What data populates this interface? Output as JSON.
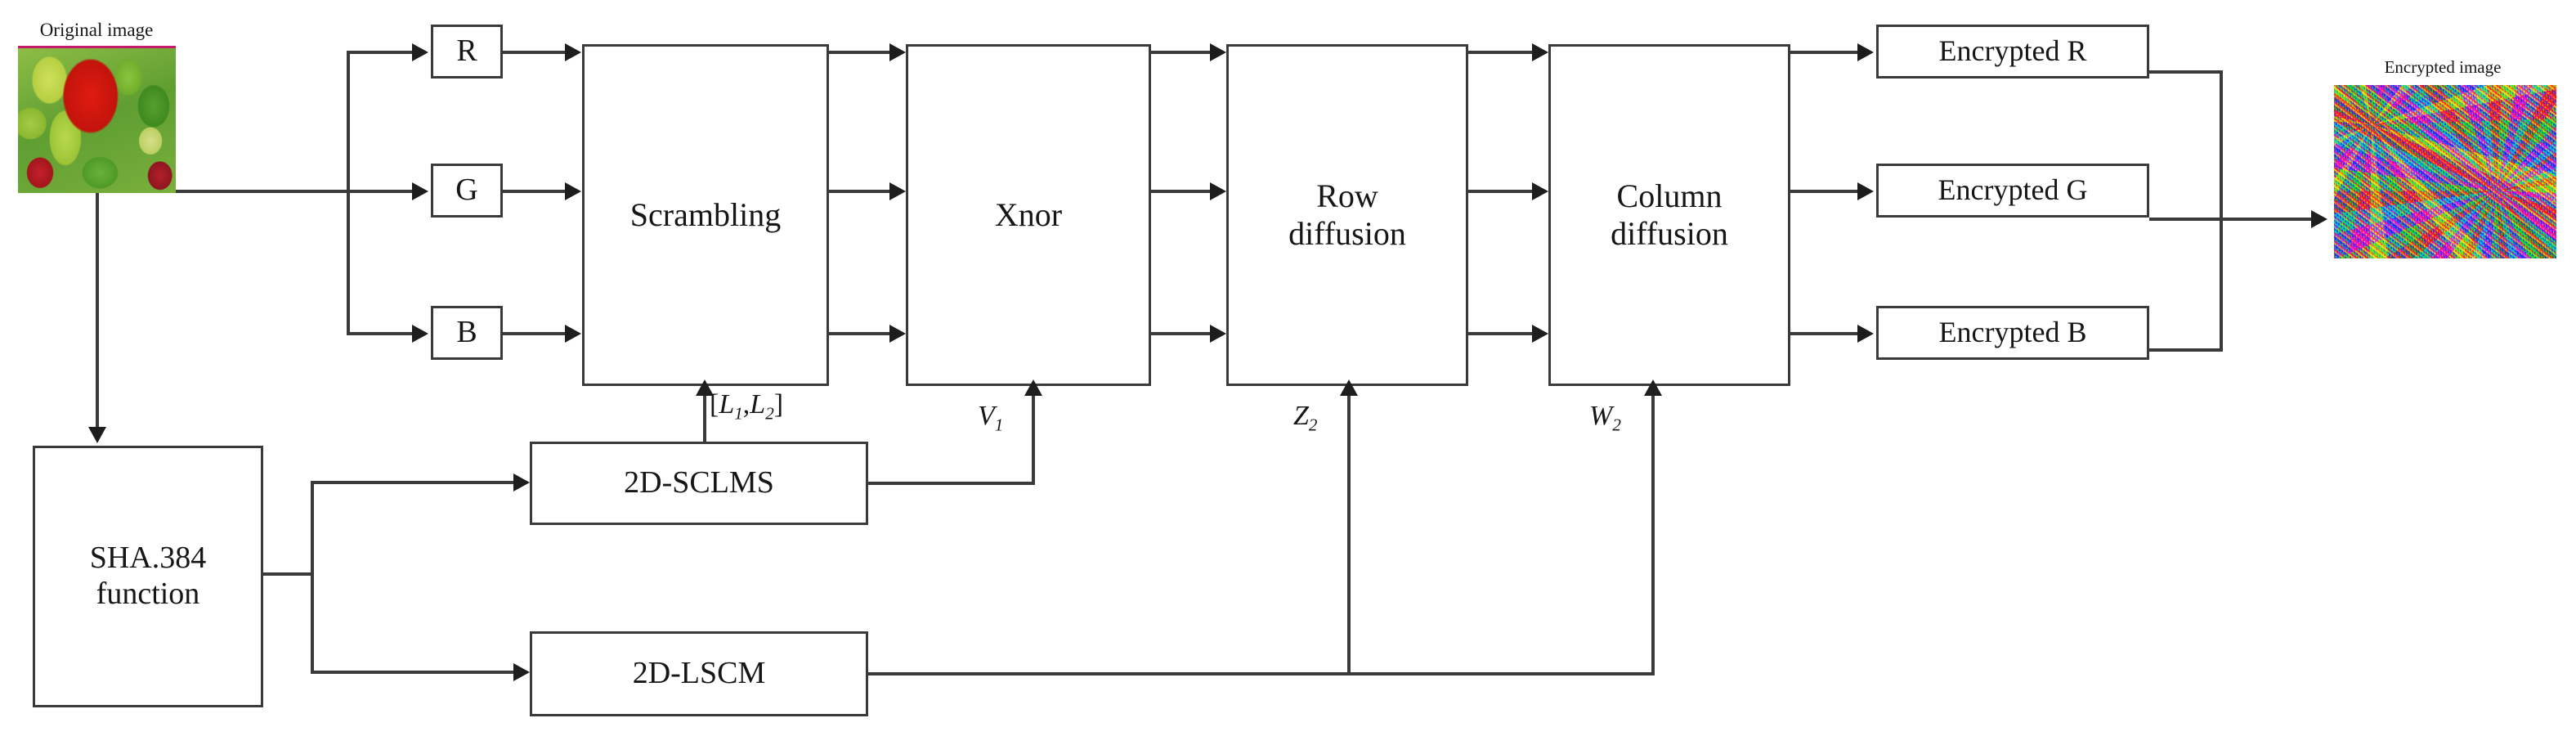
{
  "diagram": {
    "title": "Color image encryption scheme block diagram",
    "line_color": "#3a3a3a",
    "arrow_color": "#1d1d1d",
    "background": "#ffffff"
  },
  "captions": {
    "original_image": "Original image",
    "encrypted_image": "Encrypted image"
  },
  "channel_boxes": [
    {
      "id": "r",
      "label": "R"
    },
    {
      "id": "g",
      "label": "G"
    },
    {
      "id": "b",
      "label": "B"
    }
  ],
  "process_boxes": [
    {
      "id": "scrambling",
      "label": "Scrambling"
    },
    {
      "id": "xnor",
      "label": "Xnor"
    },
    {
      "id": "row_diffusion",
      "label": "Row\ndiffusion"
    },
    {
      "id": "column_diffusion",
      "label": "Column\ndiffusion"
    }
  ],
  "output_boxes": [
    {
      "id": "enc_r",
      "label": "Encrypted R"
    },
    {
      "id": "enc_g",
      "label": "Encrypted G"
    },
    {
      "id": "enc_b",
      "label": "Encrypted B"
    }
  ],
  "key_boxes": [
    {
      "id": "sha",
      "label": "SHA.384\nfunction"
    },
    {
      "id": "sclms",
      "label": "2D-SCLMS"
    },
    {
      "id": "lscm",
      "label": "2D-LSCM"
    }
  ],
  "signal_labels": [
    {
      "id": "l1l2",
      "text": "[L1,L2]",
      "base": "L",
      "sub1": "1",
      "sub2": "2"
    },
    {
      "id": "v1",
      "base": "V",
      "sub": "1"
    },
    {
      "id": "z2",
      "base": "Z",
      "sub": "2"
    },
    {
      "id": "w2",
      "base": "W",
      "sub": "2"
    }
  ]
}
